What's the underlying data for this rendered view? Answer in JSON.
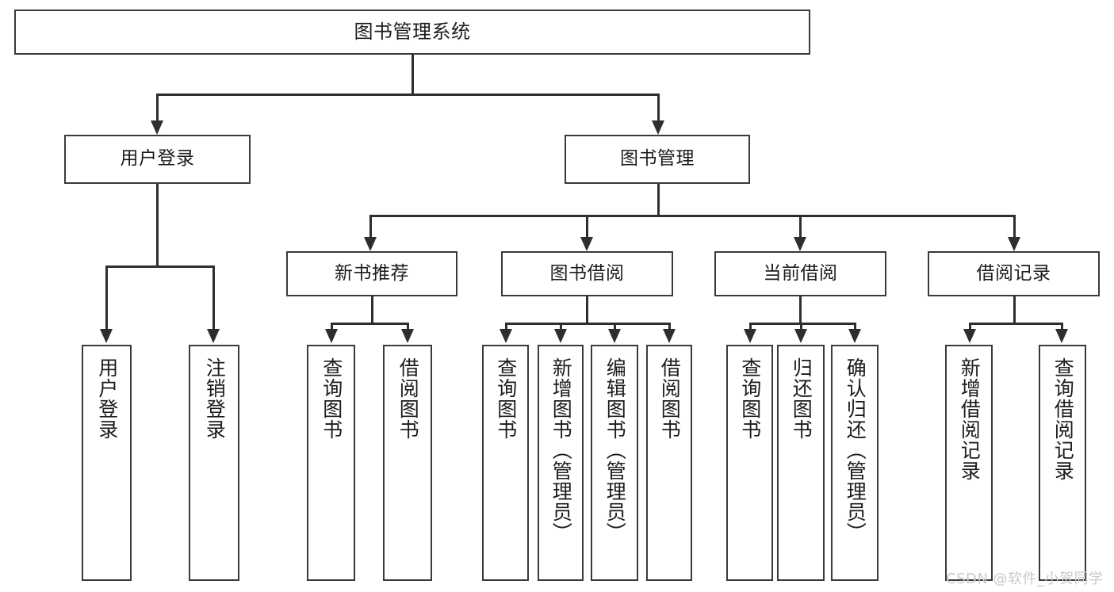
{
  "diagram": {
    "title": "图书管理系统",
    "type": "tree-hierarchy",
    "root": {
      "label": "图书管理系统"
    },
    "level2": [
      {
        "label": "用户登录"
      },
      {
        "label": "图书管理"
      }
    ],
    "level3": [
      {
        "label": "新书推荐"
      },
      {
        "label": "图书借阅"
      },
      {
        "label": "当前借阅"
      },
      {
        "label": "借阅记录"
      }
    ],
    "leaves": {
      "user_login": [
        {
          "label": "用户登录"
        },
        {
          "label": "注销登录"
        }
      ],
      "new_book_recommend": [
        {
          "label": "查询图书"
        },
        {
          "label": "借阅图书"
        }
      ],
      "book_borrow": [
        {
          "label": "查询图书"
        },
        {
          "label": "新增图书（管理员）"
        },
        {
          "label": "编辑图书（管理员）"
        },
        {
          "label": "借阅图书"
        }
      ],
      "current_borrow": [
        {
          "label": "查询图书"
        },
        {
          "label": "归还图书"
        },
        {
          "label": "确认归还（管理员）"
        }
      ],
      "borrow_record": [
        {
          "label": "新增借阅记录"
        },
        {
          "label": "查询借阅记录"
        }
      ]
    }
  },
  "watermark": {
    "text": "CSDN @软件_小贺同学"
  },
  "colors": {
    "border": "#3a3a3a",
    "edge": "#2e2e2e",
    "text": "#1c1c1c",
    "background": "#ffffff",
    "watermark": "#c9c9c9"
  }
}
